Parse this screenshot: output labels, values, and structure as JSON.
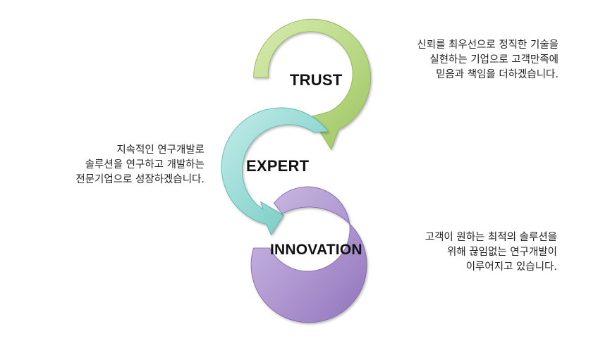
{
  "stages": [
    {
      "label": "TRUST",
      "color": "#b5d57a",
      "lines": [
        "신뢰를 최우선으로 정직한 기술을",
        "실현하는 기업으로 고객만족에",
        "믿음과 책임을 더하겠습니다."
      ]
    },
    {
      "label": "EXPERT",
      "color": "#8fd5cf",
      "lines": [
        "지속적인 연구개발로",
        "솔루션을 연구하고 개발하는",
        "전문기업으로 성장하겠습니다."
      ]
    },
    {
      "label": "INNOVATION",
      "color": "#ab92cd",
      "lines": [
        "고객이 원하는 최적의 솔루션을",
        "위해 끊임없는 연구개발이",
        "이루어지고 있습니다."
      ]
    }
  ]
}
